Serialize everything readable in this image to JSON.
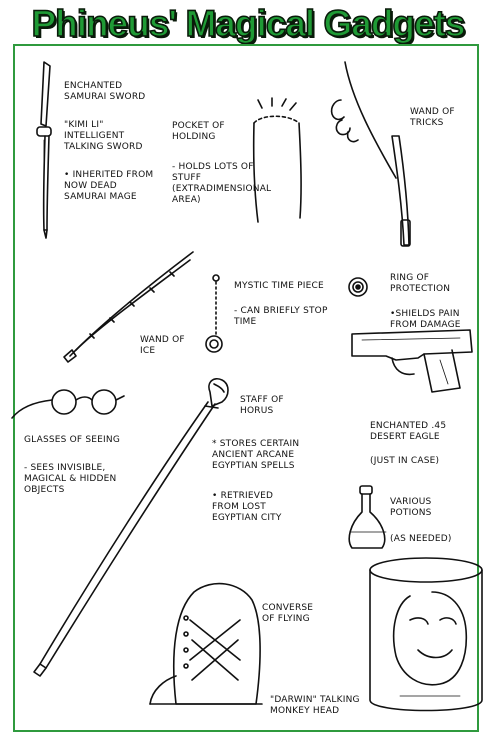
{
  "header": {
    "title": "Phineus' Magical Gadgets"
  },
  "items": {
    "sword": {
      "name": "Enchanted Samurai Sword",
      "line2": "\"Kimi Li\" Intelligent Talking Sword",
      "line3": "• Inherited from now dead samurai mage"
    },
    "pocket": {
      "name": "Pocket of Holding",
      "line2": "- Holds lots of stuff (extradimensional area)"
    },
    "wand_tricks": {
      "name": "Wand of Tricks"
    },
    "wand_ice": {
      "name": "Wand of Ice"
    },
    "timepiece": {
      "name": "Mystic Time Piece",
      "line2": "- Can briefly stop time"
    },
    "ring": {
      "name": "Ring of Protection",
      "line2": "•Shields pain from damage"
    },
    "gun": {
      "name": "Enchanted .45 Desert Eagle",
      "line2": "(Just in case)"
    },
    "glasses": {
      "name": "Glasses of Seeing",
      "line2": "- Sees invisible, magical & hidden objects"
    },
    "staff": {
      "name": "Staff of Horus",
      "line2": "* Stores certain ancient arcane Egyptian spells",
      "line3": "• Retrieved from lost Egyptian city"
    },
    "potions": {
      "name": "Various Potions",
      "line2": "(As needed)"
    },
    "shoes": {
      "name": "Converse of Flying"
    },
    "monkey": {
      "name": "\"Darwin\" Talking Monkey Head"
    }
  }
}
